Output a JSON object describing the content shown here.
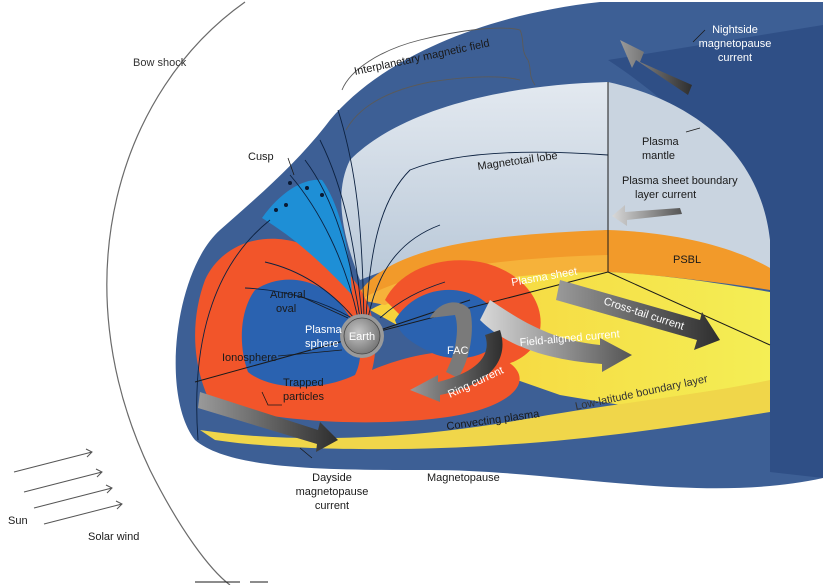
{
  "labels": {
    "bow_shock": "Bow shock",
    "imf": "Interplanetary magnetic field",
    "cusp": "Cusp",
    "nightside_mp_current": [
      "Nightside",
      "magnetopause",
      "current"
    ],
    "plasma_mantle": [
      "Plasma",
      "mantle"
    ],
    "magnetotail_lobe": "Magnetotail lobe",
    "psbl_current": [
      "Plasma sheet boundary",
      "layer current"
    ],
    "psbl": "PSBL",
    "plasma_sheet": "Plasma sheet",
    "cross_tail_current": "Cross-tail current",
    "auroral_oval": [
      "Auroral",
      "oval"
    ],
    "plasma_sphere": [
      "Plasma",
      "sphere"
    ],
    "earth": "Earth",
    "ionosphere": "Ionosphere",
    "fac": "FAC",
    "field_aligned_current": "Field-aligned current",
    "trapped_particles": [
      "Trapped",
      "particles"
    ],
    "ring_current": "Ring current",
    "convecting_plasma": "Convecting plasma",
    "llbl": "Low-latitude boundary layer",
    "dayside_mp_current": [
      "Dayside",
      "magnetopause",
      "current"
    ],
    "magnetopause": "Magnetopause",
    "sun": "Sun",
    "solar_wind": "Solar wind"
  },
  "colors": {
    "outer_blue": "#3d5f95",
    "deep_blue": "#284a82",
    "lobe_light": "#cfd8e3",
    "red_orange": "#f2552a",
    "orange": "#f7a21d",
    "yellow": "#f6e33a",
    "plasmasphere_blue": "#2a62b0",
    "cusp_cyan": "#1e8fd6",
    "arrow_gray": "#6f6f6f"
  }
}
